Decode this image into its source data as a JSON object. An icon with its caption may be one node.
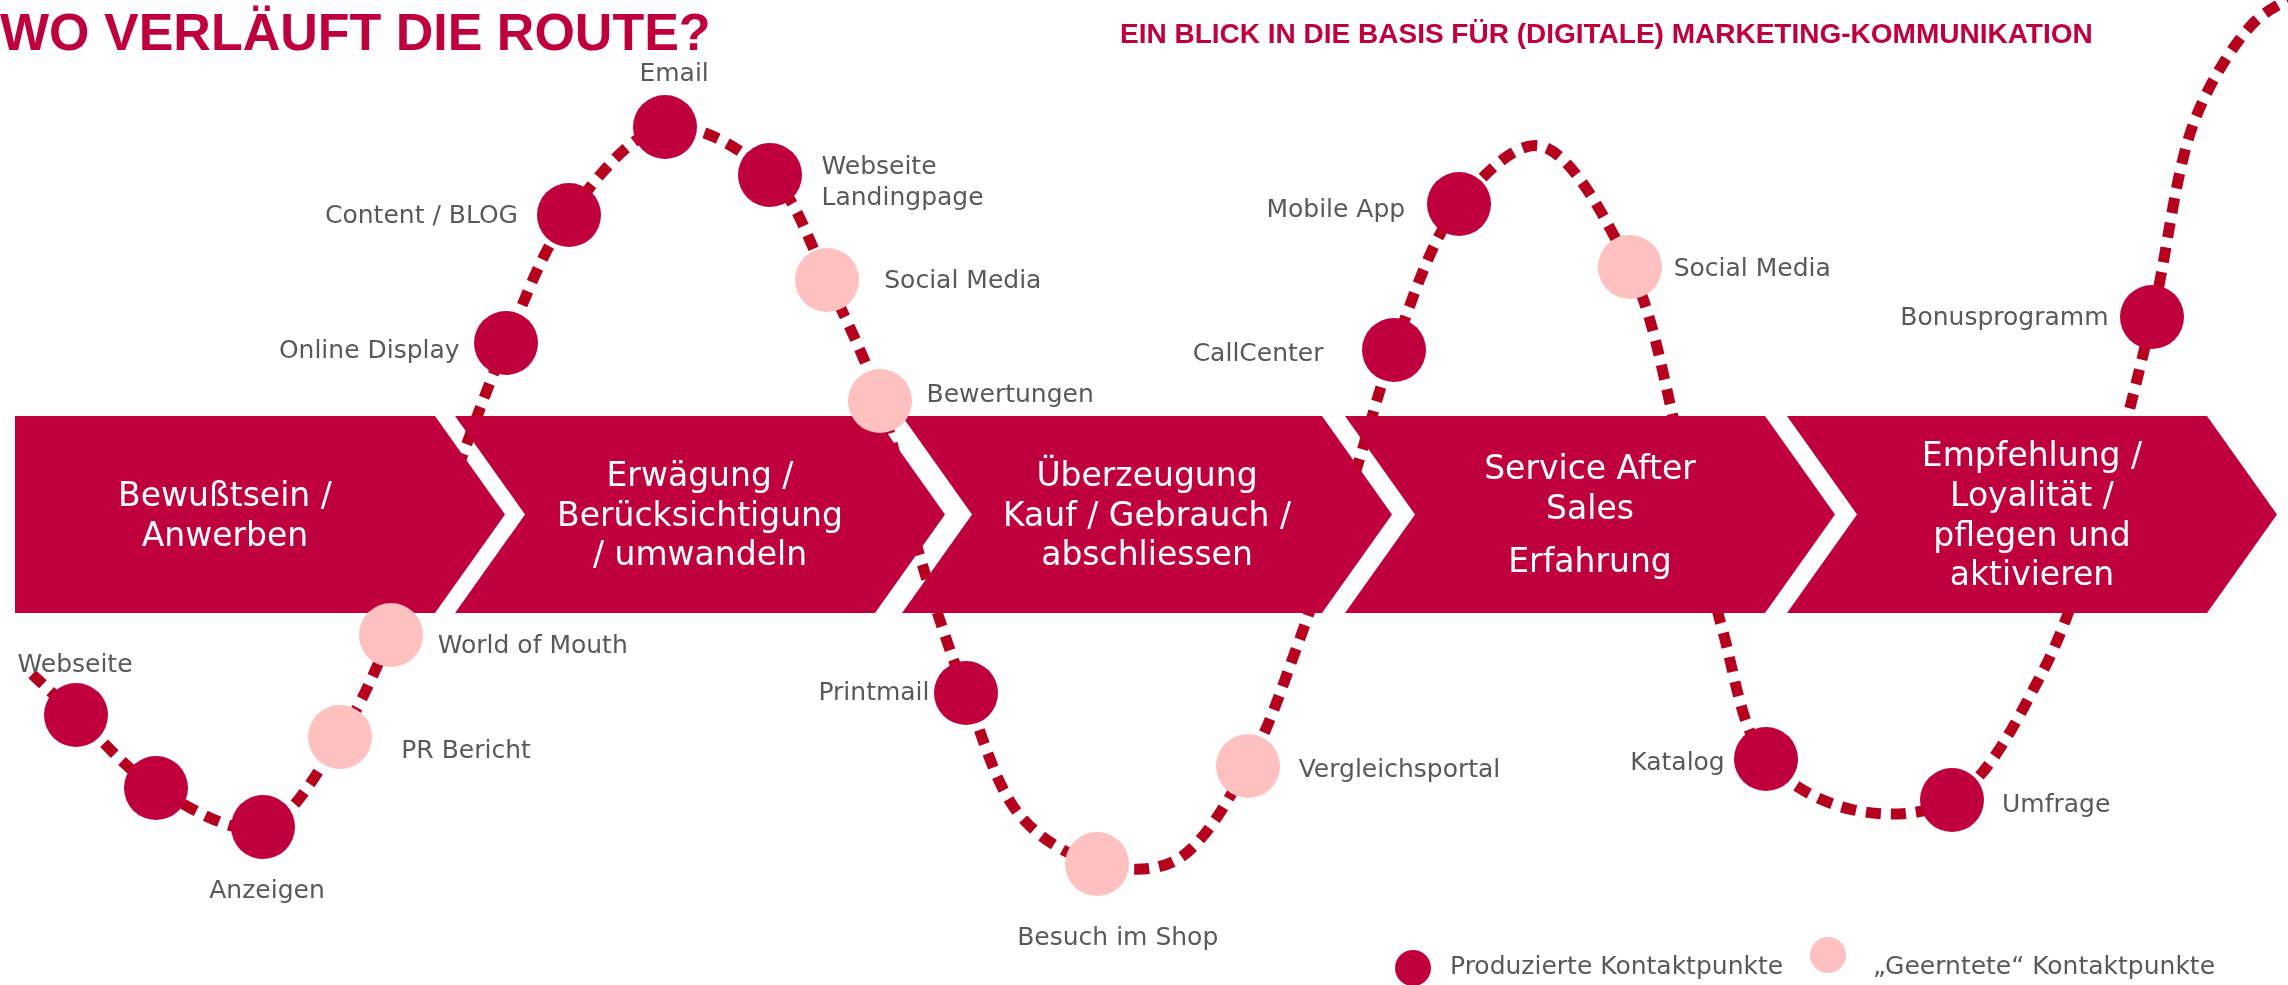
{
  "diagram": {
    "title": "WO VERLÄUFT DIE ROUTE?",
    "caption": "EIN BLICK IN DIE BASIS FÜR (DIGITALE) MARKETING-KOMMUNIKATION",
    "nodes": [
      {
        "text": [
          "Bewußtsein / Anwerben"
        ]
      },
      {
        "text": [
          "Erwägung / Berücksichtigung / umwandeln"
        ]
      },
      {
        "text": [
          "Überzeugung Kauf / Gebrauch / abschliessen"
        ]
      },
      {
        "text": [
          "Service After Sales",
          "Erfahrung"
        ]
      },
      {
        "text": [
          "Empfehlung / Loyalität / pflegen und aktivieren"
        ]
      },
      {
        "text": [],
        "shape": "circle",
        "beside": [
          "Webseite"
        ]
      },
      {
        "text": [],
        "shape": "circle"
      },
      {
        "text": [],
        "shape": "circle",
        "beside": [
          "Anzeigen"
        ]
      },
      {
        "text": [],
        "shape": "circle",
        "beside": [
          "PR Bericht"
        ]
      },
      {
        "text": [],
        "shape": "circle",
        "beside": [
          "World of Mouth"
        ]
      },
      {
        "text": [],
        "shape": "circle",
        "beside": [
          "Online Display"
        ]
      },
      {
        "text": [],
        "shape": "circle",
        "beside": [
          "Content / BLOG"
        ]
      },
      {
        "text": [],
        "shape": "circle",
        "beside": [
          "Email"
        ]
      },
      {
        "text": [],
        "shape": "circle",
        "beside": [
          "Webseite Landingpage"
        ]
      },
      {
        "text": [],
        "shape": "circle",
        "beside": [
          "Social Media"
        ]
      },
      {
        "text": [],
        "shape": "circle",
        "beside": [
          "Bewertungen"
        ]
      },
      {
        "text": [],
        "shape": "circle",
        "beside": [
          "Printmail"
        ]
      },
      {
        "text": [],
        "shape": "circle",
        "beside": [
          "Besuch im Shop"
        ]
      },
      {
        "text": [],
        "shape": "circle",
        "beside": [
          "Vergleichsportal"
        ]
      },
      {
        "text": [],
        "shape": "circle",
        "beside": [
          "CallCenter"
        ]
      },
      {
        "text": [],
        "shape": "circle",
        "beside": [
          "Mobile App"
        ]
      },
      {
        "text": [],
        "shape": "circle",
        "beside": [
          "Social Media"
        ]
      },
      {
        "text": [],
        "shape": "circle",
        "beside": [
          "Katalog"
        ]
      },
      {
        "text": [],
        "shape": "circle",
        "beside": [
          "Umfrage"
        ]
      },
      {
        "text": [],
        "shape": "circle",
        "beside": [
          "Bonusprogramm"
        ]
      }
    ],
    "legend": [
      {
        "text": "Produzierte Kontaktpunkte",
        "color": "#c0003c"
      },
      {
        "text": "„Geerntete“ Kontaktpunkte",
        "color": "#ffc0c0"
      }
    ]
  }
}
